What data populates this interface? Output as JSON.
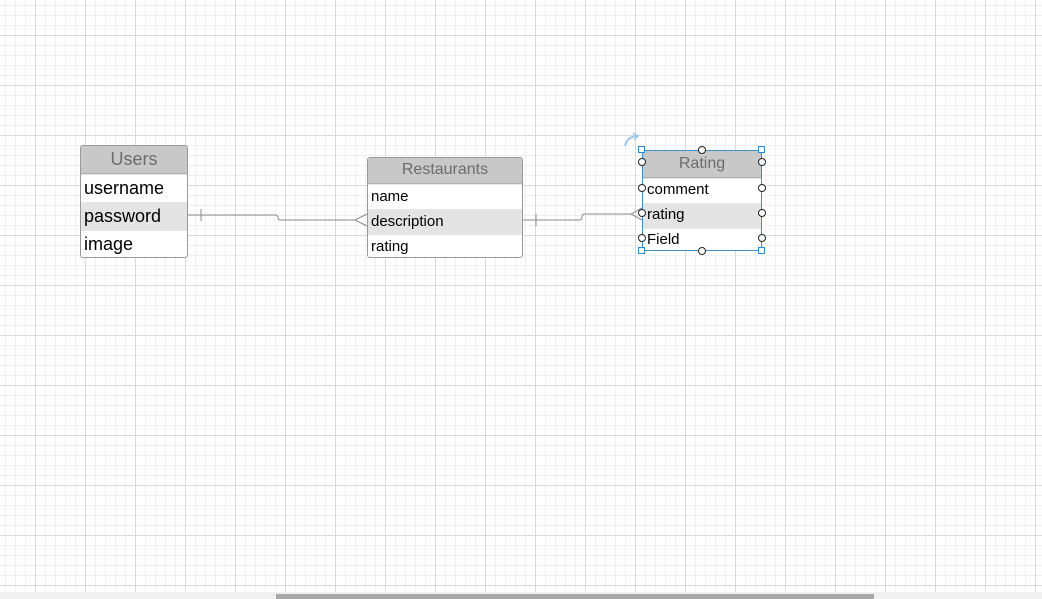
{
  "entities": {
    "users": {
      "title": "Users",
      "fields": [
        "username",
        "password",
        "image"
      ]
    },
    "restaurants": {
      "title": "Restaurants",
      "fields": [
        "name",
        "description",
        "rating"
      ]
    },
    "rating": {
      "title": "Rating",
      "fields": [
        "comment",
        "rating",
        "Field"
      ]
    }
  },
  "relationships": [
    {
      "from": "users.password",
      "to": "restaurants.description",
      "from_end": "one",
      "to_end": "many"
    },
    {
      "from": "restaurants.description",
      "to": "rating.rating",
      "from_end": "one",
      "to_end": "many"
    }
  ],
  "selected_entity": "rating",
  "colors": {
    "header_bg": "#c8c8c8",
    "header_text": "#6c6c6c",
    "alt_row": "#e4e4e4",
    "selection": "#2b8ccf",
    "connector": "#8a8a8a"
  }
}
